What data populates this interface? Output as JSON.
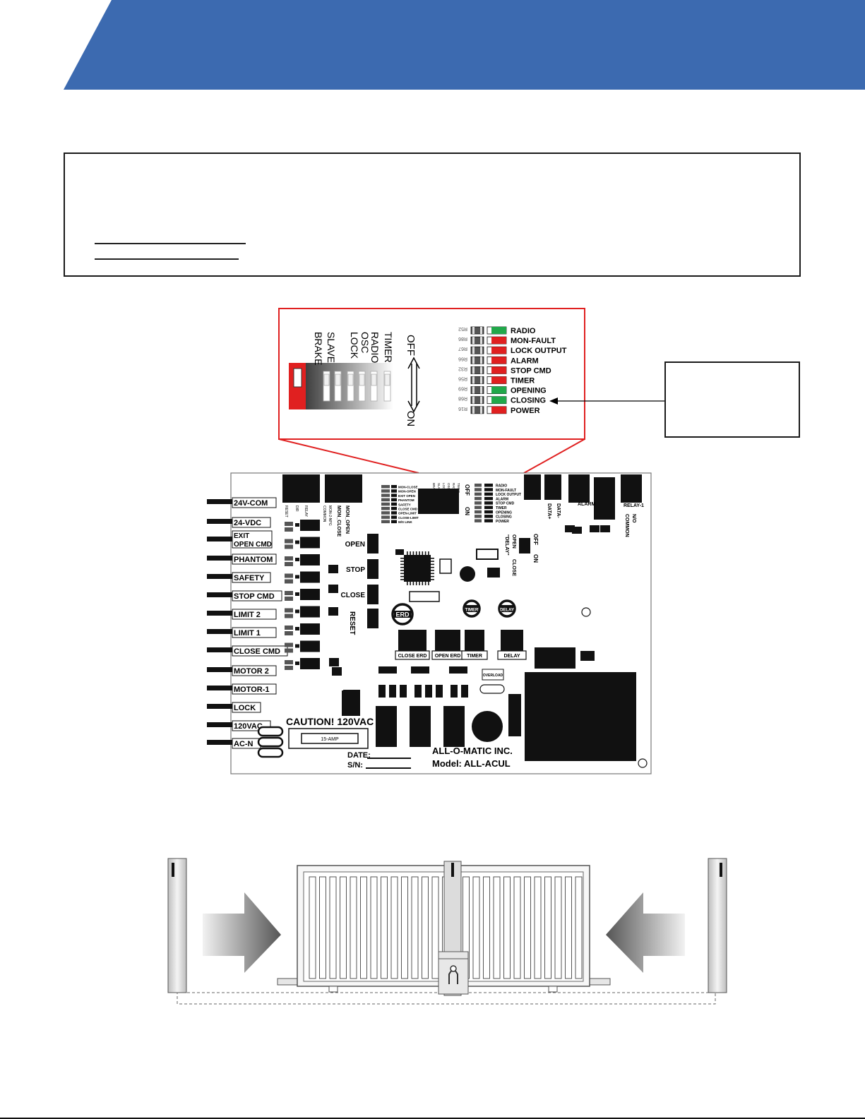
{
  "colors": {
    "header_blue": "#3C6AB0",
    "zoom_red": "#E02020",
    "led_green": "#21A84A",
    "led_red": "#E02020"
  },
  "dip_switch": {
    "off_label": "OFF",
    "on_label": "ON",
    "switches": [
      "TIMER",
      "RADIO",
      "OSC",
      "LOCK",
      "SLAVE",
      "BRAKE"
    ]
  },
  "leds": [
    {
      "ref": "R52",
      "label": "RADIO",
      "color": "green"
    },
    {
      "ref": "R86",
      "label": "MON-FAULT",
      "color": "red"
    },
    {
      "ref": "R67",
      "label": "LOCK OUTPUT",
      "color": "red"
    },
    {
      "ref": "R66",
      "label": "ALARM",
      "color": "red"
    },
    {
      "ref": "R32",
      "label": "STOP CMD",
      "color": "red"
    },
    {
      "ref": "R56",
      "label": "TIMER",
      "color": "red"
    },
    {
      "ref": "R69",
      "label": "OPENING",
      "color": "green"
    },
    {
      "ref": "R68",
      "label": "CLOSING",
      "color": "green"
    },
    {
      "ref": "R16",
      "label": "POWER",
      "color": "red"
    }
  ],
  "board": {
    "terminals": [
      "24V-COM",
      "24-VDC",
      "EXIT OPEN CMD",
      "PHANTOM",
      "SAFETY",
      "STOP CMD",
      "LIMIT 2",
      "LIMIT 1",
      "CLOSE CMD",
      "MOTOR 2",
      "MOTOR-1",
      "LOCK",
      "120VAC",
      "AC-N"
    ],
    "buttons": [
      "OPEN",
      "STOP",
      "CLOSE",
      "RESET"
    ],
    "pots": [
      "ERD",
      "TIMER",
      "DELAY"
    ],
    "relays": [
      "CLOSE ERD",
      "OPEN ERD",
      "TIMER",
      "DELAY"
    ],
    "delay_switch": {
      "off": "OFF",
      "on": "ON",
      "open": "OPEN",
      "close": "CLOSE",
      "delay": "\"DELAY\""
    },
    "top_labels": [
      "RELAY-1",
      "N/O",
      "COMMON",
      "ALARM",
      "DATA-",
      "DATA+",
      "MON_CLOSE",
      "MON_OPEN",
      "MON-2-NPG",
      "COMMON",
      "RELAY",
      "RESET",
      "DIR"
    ],
    "caution": "CAUTION! 120VAC",
    "fuse": "15-AMP",
    "date_label": "DATE:",
    "sn_label": "S/N:",
    "maker": "ALL-O-MATIC INC.",
    "model": "Model: ALL-ACUL",
    "overload": "OVERLOAD",
    "mini_leds": [
      "RADIO",
      "MON-FAULT",
      "LOCK OUTPUT",
      "ALARM",
      "STOP CMD",
      "TIMER",
      "OPENING",
      "CLOSING",
      "POWER"
    ],
    "mini_inputs": [
      "MON-CLOSE",
      "MON-OPEN",
      "EXIT OPEN",
      "PHANTOM",
      "SAFETY",
      "CLOSE CMD",
      "OPEN-LIMIT",
      "CLOSE-LIMIT",
      "M/S LINK"
    ]
  }
}
